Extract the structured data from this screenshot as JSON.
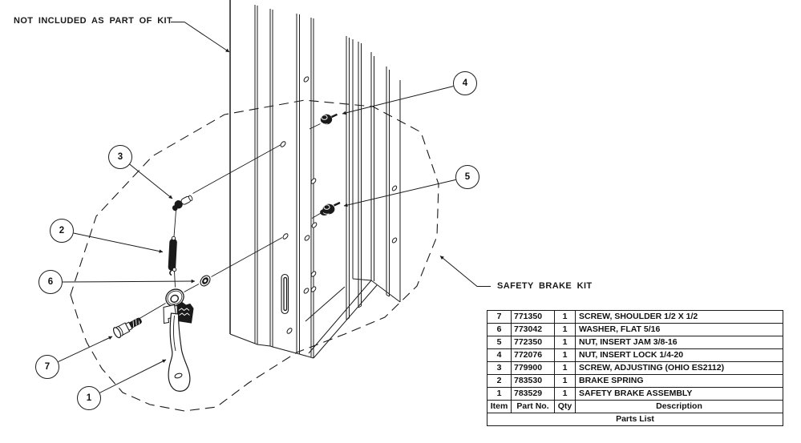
{
  "labels": {
    "not_included": "NOT INCLUDED AS PART OF KIT",
    "safety_brake_kit": "SAFETY BRAKE KIT"
  },
  "callouts": {
    "c1": "1",
    "c2": "2",
    "c3": "3",
    "c4": "4",
    "c5": "5",
    "c6": "6",
    "c7": "7"
  },
  "parts_table": {
    "title": "Parts List",
    "columns": [
      "Item",
      "Part No.",
      "Qty",
      "Description"
    ],
    "rows": [
      {
        "item": "7",
        "part_no": "771350",
        "qty": "1",
        "description": "SCREW, SHOULDER 1/2 X 1/2"
      },
      {
        "item": "6",
        "part_no": "773042",
        "qty": "1",
        "description": "WASHER, FLAT 5/16"
      },
      {
        "item": "5",
        "part_no": "772350",
        "qty": "1",
        "description": "NUT, INSERT JAM 3/8-16"
      },
      {
        "item": "4",
        "part_no": "772076",
        "qty": "1",
        "description": "NUT, INSERT LOCK 1/4-20"
      },
      {
        "item": "3",
        "part_no": "779900",
        "qty": "1",
        "description": "SCREW, ADJUSTING (OHIO ES2112)"
      },
      {
        "item": "2",
        "part_no": "783530",
        "qty": "1",
        "description": "BRAKE SPRING"
      },
      {
        "item": "1",
        "part_no": "783529",
        "qty": "1",
        "description": "SAFETY BRAKE ASSEMBLY"
      }
    ]
  },
  "colors": {
    "line": "#1a1a1a",
    "background": "#ffffff"
  }
}
